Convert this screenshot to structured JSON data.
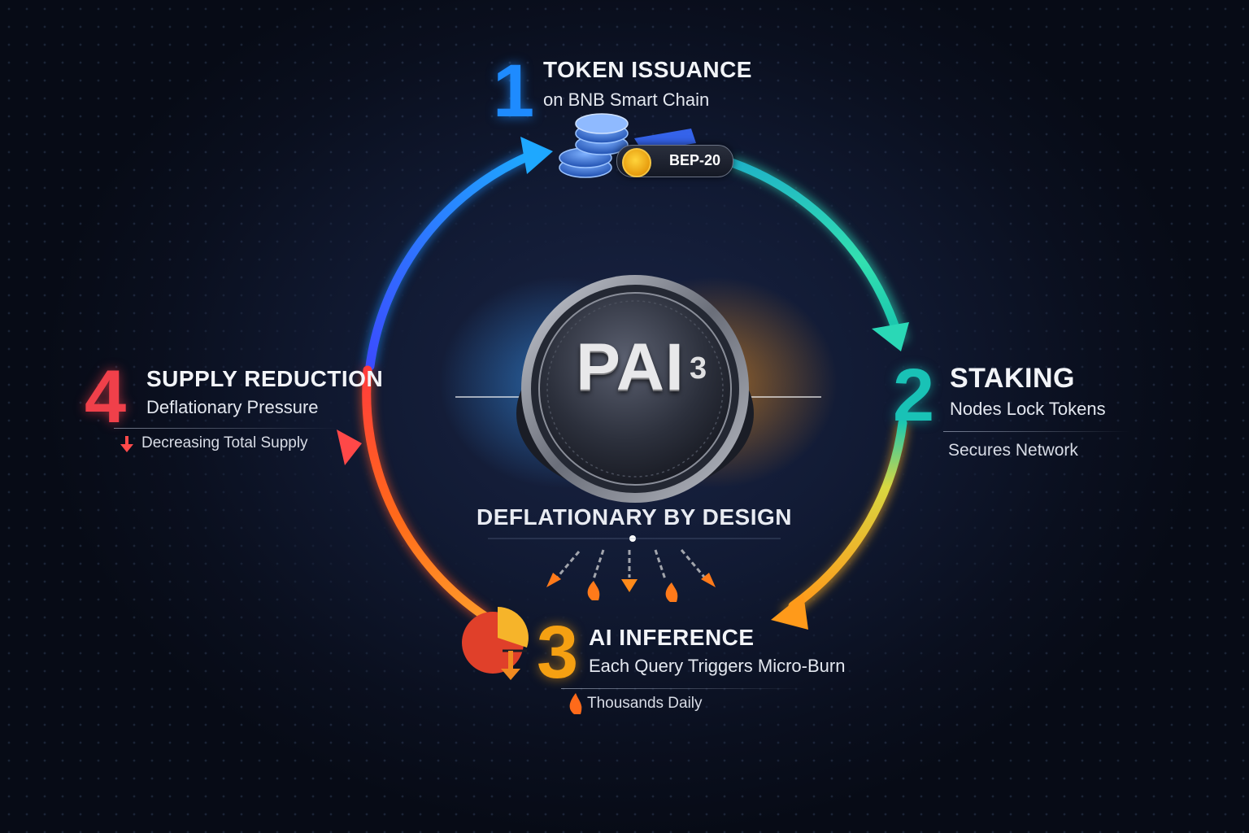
{
  "center": {
    "token_name": "PAI",
    "token_superscript": "3",
    "tagline": "DEFLATIONARY BY DESIGN"
  },
  "steps": [
    {
      "number": "1",
      "title": "TOKEN ISSUANCE",
      "subtitle": "on BNB Smart Chain",
      "badge": "BEP-20",
      "color": "#1e8bff"
    },
    {
      "number": "2",
      "title": "STAKING",
      "subtitle": "Nodes Lock Tokens",
      "note": "Secures Network",
      "color": "#19c2b6"
    },
    {
      "number": "3",
      "title": "AI INFERENCE",
      "subtitle": "Each Query Triggers Micro-Burn",
      "note": "Thousands Daily",
      "color": "#f5a012"
    },
    {
      "number": "4",
      "title": "SUPPLY REDUCTION",
      "subtitle": "Deflationary Pressure",
      "note": "Decreasing Total Supply",
      "color": "#f0404a"
    }
  ],
  "icons": [
    "coin-stack-icon",
    "bnb-badge-icon",
    "pie-chart-down-icon",
    "flame-icon",
    "down-arrow-icon"
  ]
}
